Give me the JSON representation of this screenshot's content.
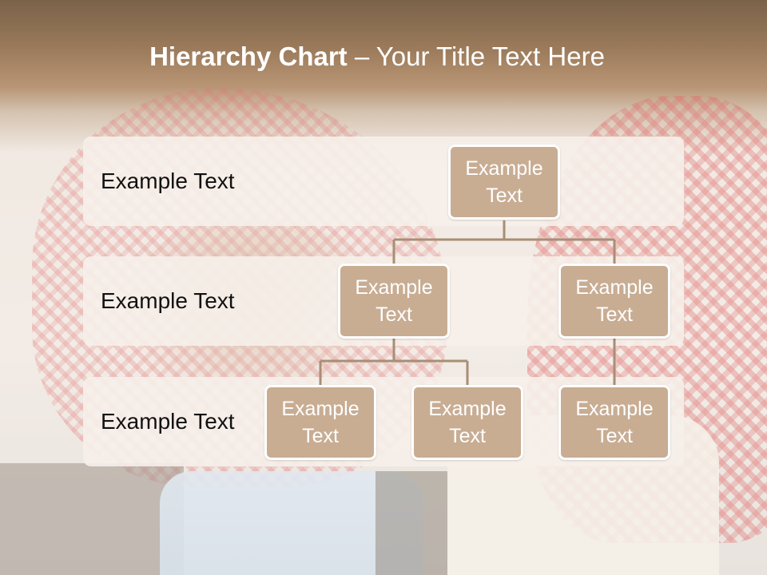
{
  "title": {
    "bold": "Hierarchy Chart",
    "rest": " – Your Title Text Here"
  },
  "levels": [
    {
      "label": "Example Text"
    },
    {
      "label": "Example Text"
    },
    {
      "label": "Example Text"
    }
  ],
  "nodes": {
    "root": {
      "line1": "Example",
      "line2": "Text"
    },
    "level2_left": {
      "line1": "Example",
      "line2": "Text"
    },
    "level2_right": {
      "line1": "Example",
      "line2": "Text"
    },
    "level3_left": {
      "line1": "Example",
      "line2": "Text"
    },
    "level3_middle": {
      "line1": "Example",
      "line2": "Text"
    },
    "level3_right": {
      "line1": "Example",
      "line2": "Text"
    }
  },
  "colors": {
    "node_fill": "#c8ad93",
    "connector": "#a88e76",
    "band": "#f6f0ea"
  }
}
